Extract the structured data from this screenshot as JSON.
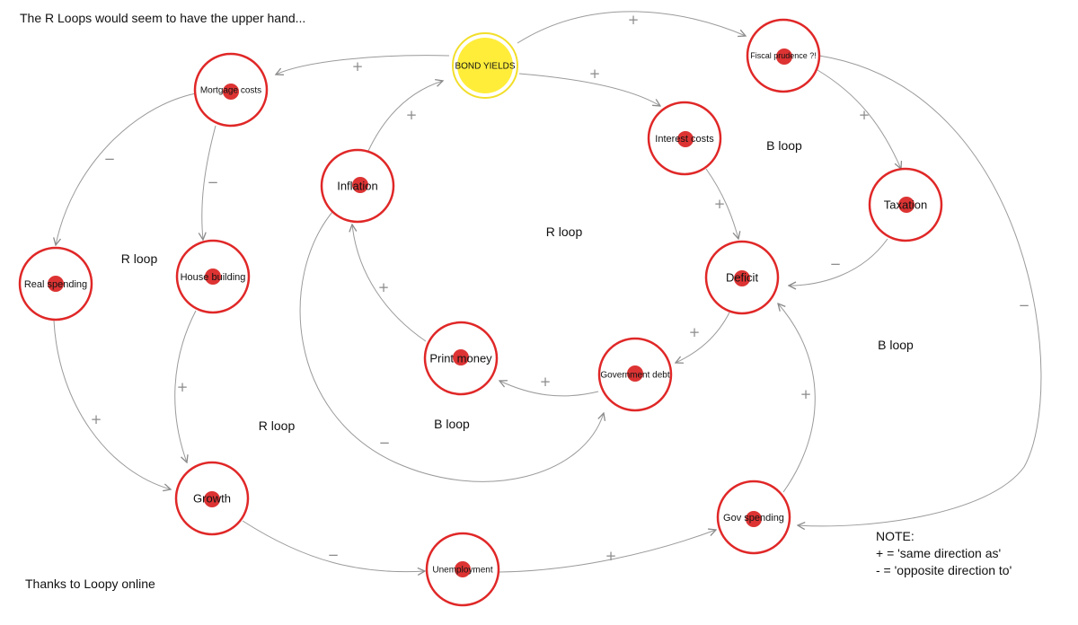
{
  "title": "The R Loops would seem to have the upper hand...",
  "credit": "Thanks to Loopy online",
  "note": {
    "heading": "NOTE:",
    "line1": "+ = 'same direction as'",
    "line2": "- = 'opposite direction to'"
  },
  "colors": {
    "node_ring": "#e02727",
    "node_dot": "#dd3333",
    "highlight_ring": "#f2de2a",
    "highlight_fill": "#ffed3a",
    "edge": "#9a9a9a",
    "sign": "#8a8a8a"
  },
  "nodes": [
    {
      "id": "bond",
      "label": "BOND YIELDS",
      "highlight": true
    },
    {
      "id": "mortgage",
      "label": "Mortgage costs"
    },
    {
      "id": "fiscal",
      "label": "Fiscal prudence ?!"
    },
    {
      "id": "interest",
      "label": "Interest costs"
    },
    {
      "id": "inflation",
      "label": "Inflation"
    },
    {
      "id": "taxation",
      "label": "Taxation"
    },
    {
      "id": "real",
      "label": "Real spending"
    },
    {
      "id": "house",
      "label": "House building"
    },
    {
      "id": "deficit",
      "label": "Deficit"
    },
    {
      "id": "print",
      "label": "Print money"
    },
    {
      "id": "debt",
      "label": "Government debt"
    },
    {
      "id": "growth",
      "label": "Growth"
    },
    {
      "id": "gov",
      "label": "Gov spending"
    },
    {
      "id": "unemp",
      "label": "Unemployment"
    }
  ],
  "edges": [
    {
      "from": "bond",
      "to": "fiscal",
      "sign": "+"
    },
    {
      "from": "bond",
      "to": "mortgage",
      "sign": "+"
    },
    {
      "from": "bond",
      "to": "interest",
      "sign": "+"
    },
    {
      "from": "inflation",
      "to": "bond",
      "sign": "+"
    },
    {
      "from": "fiscal",
      "to": "taxation",
      "sign": "+"
    },
    {
      "from": "fiscal",
      "to": "gov",
      "sign": "−"
    },
    {
      "from": "mortgage",
      "to": "real",
      "sign": "−"
    },
    {
      "from": "mortgage",
      "to": "house",
      "sign": "−"
    },
    {
      "from": "interest",
      "to": "deficit",
      "sign": "+"
    },
    {
      "from": "taxation",
      "to": "deficit",
      "sign": "−"
    },
    {
      "from": "deficit",
      "to": "debt",
      "sign": "+"
    },
    {
      "from": "debt",
      "to": "print",
      "sign": "+"
    },
    {
      "from": "print",
      "to": "inflation",
      "sign": "+"
    },
    {
      "from": "inflation",
      "to": "debt",
      "sign": "−"
    },
    {
      "from": "real",
      "to": "growth",
      "sign": "+"
    },
    {
      "from": "house",
      "to": "growth",
      "sign": "+"
    },
    {
      "from": "growth",
      "to": "unemp",
      "sign": "−"
    },
    {
      "from": "unemp",
      "to": "gov",
      "sign": "+"
    },
    {
      "from": "gov",
      "to": "deficit",
      "sign": "+"
    }
  ],
  "loops": [
    {
      "id": "loop-center",
      "label": "R loop"
    },
    {
      "id": "loop-left",
      "label": "R loop"
    },
    {
      "id": "loop-lower-left",
      "label": "R loop"
    },
    {
      "id": "loop-top-right",
      "label": "B loop"
    },
    {
      "id": "loop-right",
      "label": "B loop"
    },
    {
      "id": "loop-bottom",
      "label": "B loop"
    }
  ]
}
